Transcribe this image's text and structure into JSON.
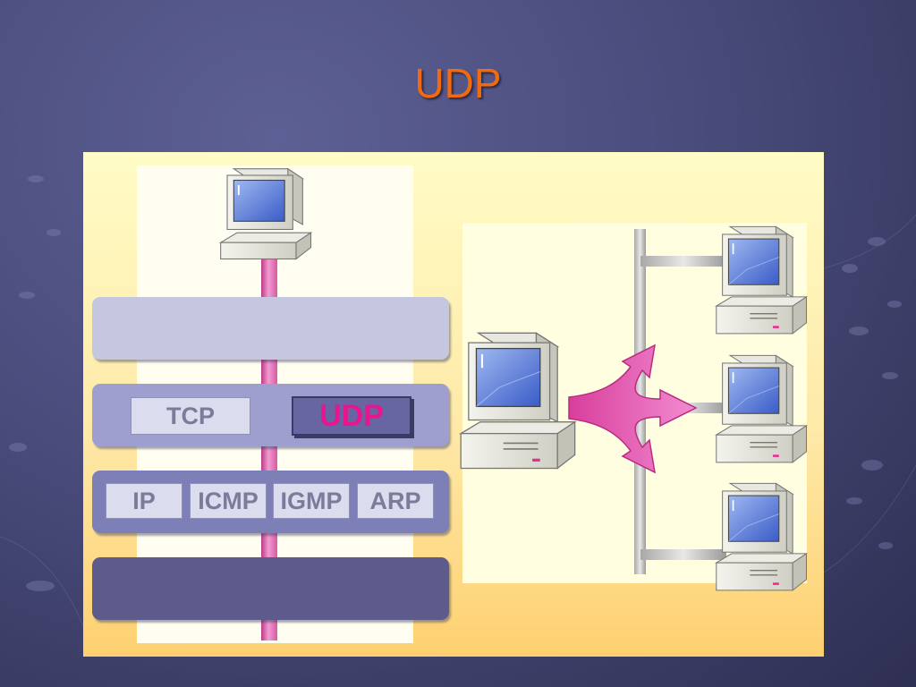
{
  "slide": {
    "title": "UDP"
  },
  "stack": {
    "transport_protocols": [
      "TCP",
      "UDP"
    ],
    "network_protocols": [
      "IP",
      "ICMP",
      "IGMP",
      "ARP"
    ]
  },
  "colors": {
    "title": "#f26a10",
    "udp_highlight": "#e8158c",
    "cable": "#e070b8",
    "arrow": "#e060b0"
  },
  "icons": [
    "computer-icon",
    "server-icon",
    "broadcast-arrow-icon"
  ]
}
